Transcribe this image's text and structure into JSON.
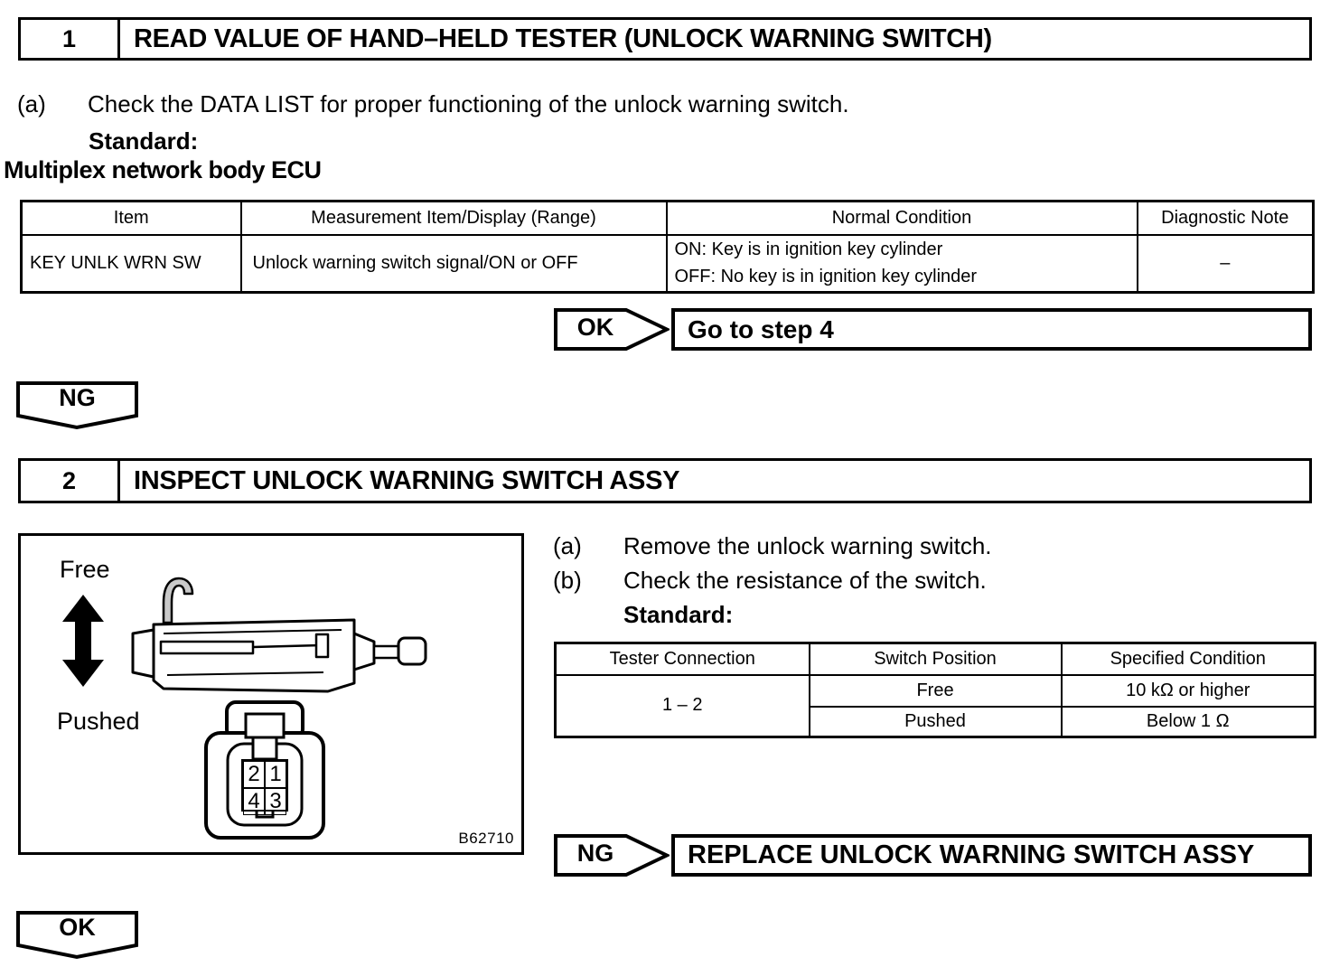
{
  "steps": [
    {
      "number": "1",
      "title": "READ VALUE OF HAND–HELD TESTER (UNLOCK WARNING SWITCH)"
    },
    {
      "number": "2",
      "title": "INSPECT UNLOCK WARNING SWITCH ASSY"
    }
  ],
  "step1": {
    "instruction_label": "(a)",
    "instruction": "Check the DATA LIST for proper functioning of the unlock warning switch.",
    "standard_label": "Standard:",
    "ecu_heading": "Multiplex network body ECU",
    "table": {
      "headers": [
        "Item",
        "Measurement Item/Display (Range)",
        "Normal Condition",
        "Diagnostic Note"
      ],
      "rows": [
        {
          "item": "KEY UNLK WRN SW",
          "measurement": "Unlock warning switch signal/ON or OFF",
          "normal_condition": [
            "ON: Key is in ignition key cylinder",
            "OFF: No key is in ignition key cylinder"
          ],
          "diagnostic_note": "–"
        }
      ]
    },
    "ok_result": {
      "label": "OK",
      "action": "Go to step 4"
    },
    "ng_label": "NG"
  },
  "step2": {
    "figure": {
      "free_label": "Free",
      "pushed_label": "Pushed",
      "figure_id": "B62710",
      "connector_pins": [
        "2",
        "1",
        "4",
        "3"
      ]
    },
    "instructions": [
      {
        "label": "(a)",
        "text": "Remove the unlock warning switch."
      },
      {
        "label": "(b)",
        "text": "Check the resistance of the switch."
      }
    ],
    "standard_label": "Standard:",
    "table": {
      "headers": [
        "Tester Connection",
        "Switch Position",
        "Specified Condition"
      ],
      "tester_connection": "1 – 2",
      "rows": [
        {
          "position": "Free",
          "condition": "10 kΩ or higher"
        },
        {
          "position": "Pushed",
          "condition": "Below 1 Ω"
        }
      ]
    },
    "ng_result": {
      "label": "NG",
      "action": "REPLACE UNLOCK WARNING SWITCH ASSY"
    },
    "ok_label": "OK"
  },
  "colors": {
    "ink": "#000000",
    "paper": "#ffffff"
  }
}
